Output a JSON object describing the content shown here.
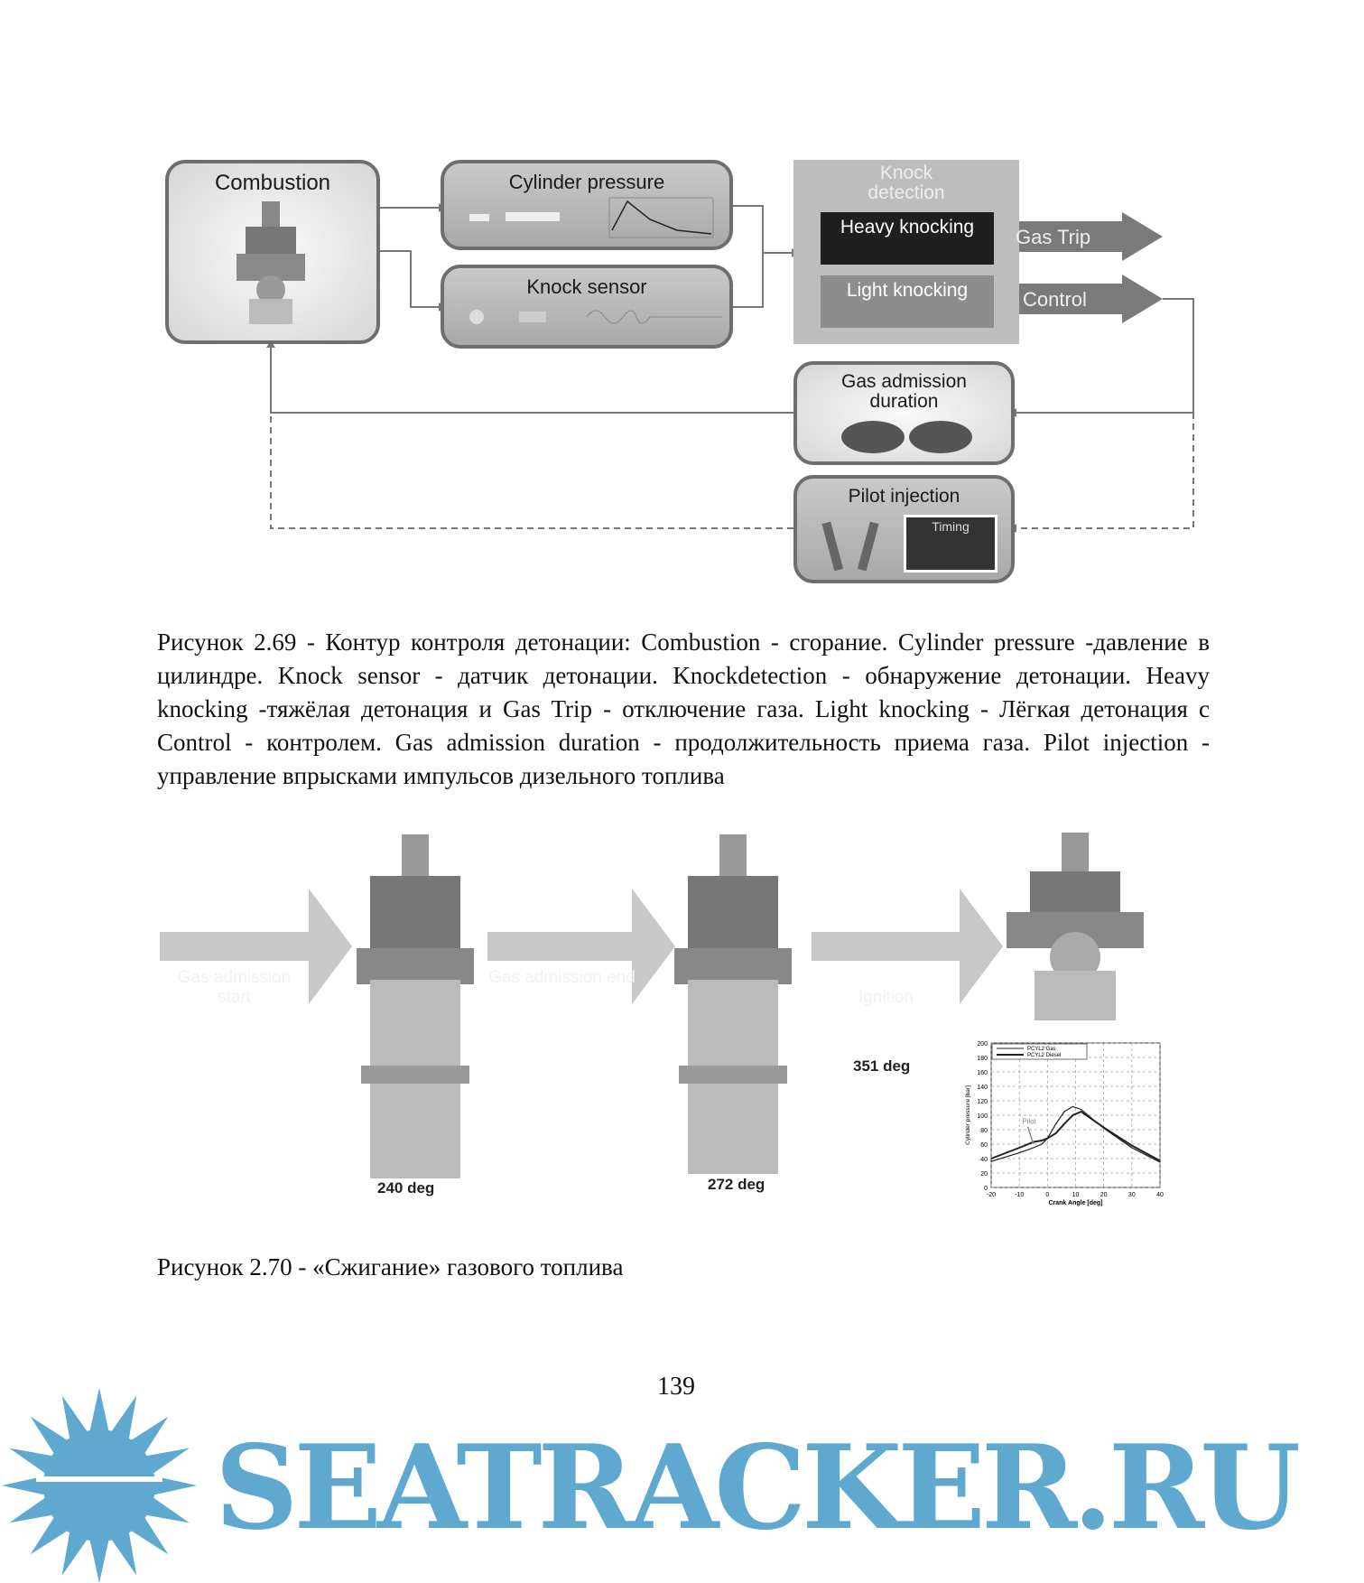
{
  "diagram": {
    "combustion": "Combustion",
    "cylinder_pressure": "Cylinder pressure",
    "knock_sensor": "Knock sensor",
    "knock_detection": "Knock detection",
    "heavy_knocking": "Heavy knocking",
    "light_knocking": "Light knocking",
    "gas_trip": "Gas Trip",
    "control": "Control",
    "gas_admission": "Gas admission duration",
    "pilot_injection": "Pilot injection",
    "timing": "Timing"
  },
  "caption1": "Рисунок 2.69 - Контур контроля детонации:  Combustion - сгорание. Cylinder pressure -давление в цилиндре. Knock sensor  - датчик детонации. Knockdetection - обнаружение детонации. Heavy knocking -тяжёлая детонация  и Gas Trip - отключение газа. Light knocking - Лёгкая детонация с Control - контролем. Gas admission duration  - продолжительность приема газа. Pilot injection  - управление впрысками импульсов дизельного топлива",
  "figure2": {
    "arrow1": "Gas admission start",
    "arrow2": "Gas admission end",
    "arrow3": "Ignition",
    "deg1": "240 deg",
    "deg2": "272 deg",
    "deg3": "351 deg"
  },
  "chart_data": {
    "type": "line",
    "xlabel": "Crank Angle [deg]",
    "ylabel": "Cylinder pressure [bar]",
    "xlim": [
      -20,
      40
    ],
    "ylim": [
      0,
      200
    ],
    "xticks": [
      "-20",
      "-10",
      "0",
      "10",
      "20",
      "30",
      "40"
    ],
    "yticks": [
      "0",
      "20",
      "40",
      "60",
      "80",
      "100",
      "120",
      "140",
      "160",
      "180",
      "200"
    ],
    "grid": true,
    "legend_position": "top-left",
    "annotation": "Pilot",
    "series": [
      {
        "name": "PCYL2   Gas",
        "x": [
          -20,
          -10,
          -5,
          -2,
          0,
          3,
          6,
          9,
          12,
          20,
          30,
          40
        ],
        "y": [
          36,
          48,
          55,
          60,
          68,
          88,
          105,
          112,
          108,
          82,
          55,
          35
        ]
      },
      {
        "name": "PCYL2   Diesel",
        "x": [
          -20,
          -10,
          -5,
          -2,
          0,
          3,
          6,
          9,
          12,
          20,
          30,
          40
        ],
        "y": [
          40,
          55,
          63,
          65,
          68,
          75,
          88,
          100,
          105,
          83,
          58,
          37
        ]
      }
    ]
  },
  "caption2": "Рисунок 2.70 - «Сжигание» газового топлива",
  "page_number": "139",
  "watermark": "SEATRACKER.RU",
  "colors": {
    "watermark": "#5fa8cf"
  }
}
